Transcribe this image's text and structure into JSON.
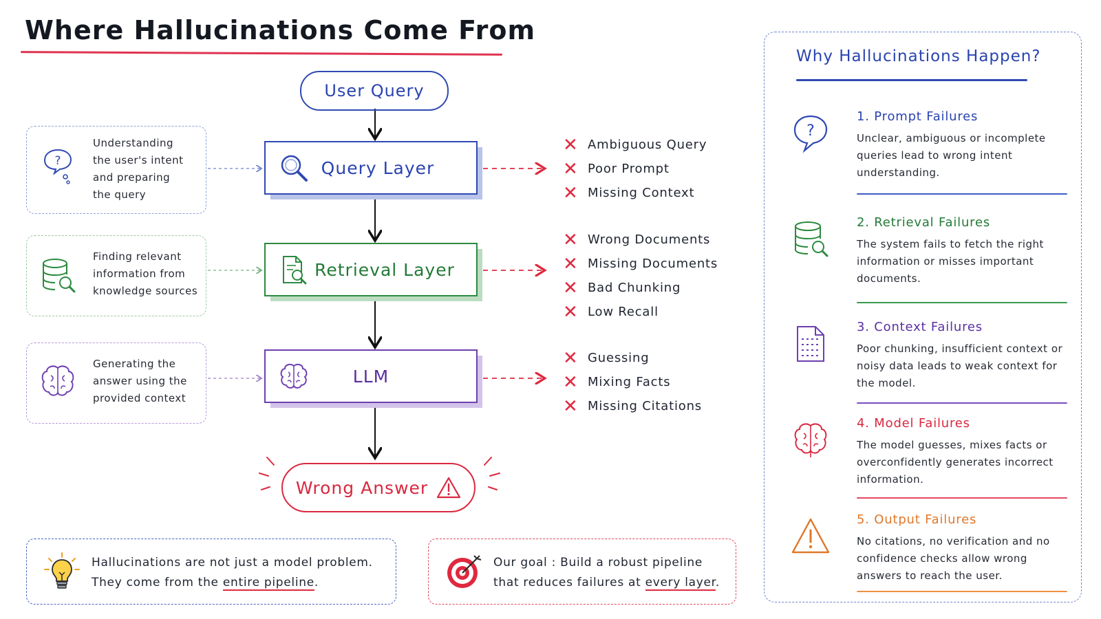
{
  "title": "Where Hallucinations Come From",
  "pipeline": {
    "user_query": "User Query",
    "query_layer": "Query Layer",
    "retrieval_layer": "Retrieval Layer",
    "llm": "LLM",
    "wrong_answer": "Wrong Answer"
  },
  "descriptions": {
    "query": [
      "Understanding",
      "the user's intent",
      "and preparing",
      "the query"
    ],
    "retrieval": [
      "Finding relevant",
      "information from",
      "knowledge sources"
    ],
    "llm": [
      "Generating the",
      "answer using the",
      "provided context"
    ]
  },
  "failures": {
    "query": [
      "Ambiguous Query",
      "Poor Prompt",
      "Missing Context"
    ],
    "retrieval": [
      "Wrong Documents",
      "Missing Documents",
      "Bad Chunking",
      "Low Recall"
    ],
    "llm": [
      "Guessing",
      "Mixing Facts",
      "Missing Citations"
    ]
  },
  "callouts": {
    "insight": {
      "line1": "Hallucinations are not just a model problem.",
      "line2_prefix": "They come from the ",
      "line2_emph": "entire pipeline",
      "line2_suffix": "."
    },
    "goal": {
      "line1": "Our goal : Build a robust pipeline",
      "line2_prefix": "that reduces failures at ",
      "line2_emph": "every layer",
      "line2_suffix": "."
    }
  },
  "panel": {
    "title": "Why Hallucinations Happen?",
    "reasons": [
      {
        "heading": "1. Prompt Failures",
        "body": "Unclear, ambiguous or incomplete queries lead to wrong intent understanding.",
        "icon": "question-bubble-icon",
        "color": "#2a44b0"
      },
      {
        "heading": "2. Retrieval Failures",
        "body": "The system fails to fetch the right information or misses important documents.",
        "icon": "database-search-icon",
        "color": "#237a36"
      },
      {
        "heading": "3. Context Failures",
        "body": "Poor chunking, insufficient context or noisy data leads to weak context for the model.",
        "icon": "document-icon",
        "color": "#5a2fa0"
      },
      {
        "heading": "4. Model Failures",
        "body": "The model guesses, mixes facts or overconfidently generates incorrect information.",
        "icon": "brain-icon",
        "color": "#d9283f"
      },
      {
        "heading": "5. Output Failures",
        "body": "No citations, no verification and no confidence checks allow wrong answers to reach the user.",
        "icon": "warning-icon",
        "color": "#e0782a"
      }
    ]
  },
  "colors": {
    "accent_red": "#e0283f",
    "blue": "#2f49b3",
    "green": "#2b8a3e",
    "purple": "#6e3fb0",
    "orange": "#e0782a"
  }
}
